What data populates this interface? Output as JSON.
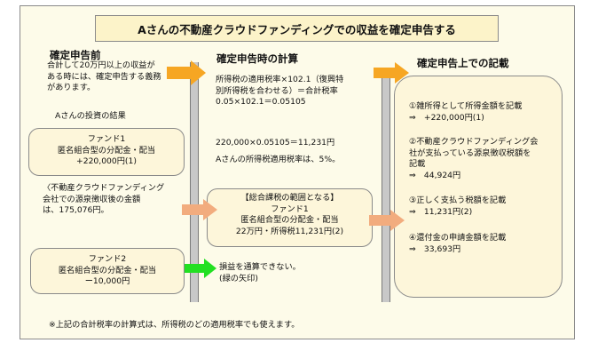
{
  "title": "Aさんの不動産クラウドファンディングでの収益を確定申告する",
  "col1": {
    "heading": "確定申告前",
    "intro": [
      "合計して20万円以上の収益が",
      "ある時には、確定申告する義務",
      "があります。"
    ],
    "results_label": "Aさんの投資の結果",
    "fund1": [
      "ファンド1",
      "匿名組合型の分配金・配当",
      "+220,000円(1)"
    ],
    "withholding_note": [
      "〈不動産クラウドファンディング",
      "会社での源泉徴収後の金額",
      "は、175,076円。"
    ],
    "fund2": [
      "ファンド2",
      "匿名組合型の分配金・配当",
      "ー10,000円"
    ]
  },
  "col2": {
    "heading": "確定申告時の計算",
    "calc": [
      "所得税の適用税率×102.1（復興特",
      "別所得税を合わせる）＝合計税率",
      "0.05×102.1＝0.05105"
    ],
    "calc2": "220,000×0.05105＝11,231円",
    "rate": "Aさんの所得税適用税率は、5%。",
    "taxable_box": [
      "【総合課税の範囲となる】",
      "ファンド1",
      "匿名組合型の分配金・配当",
      "22万円・所得税11,231円(2)"
    ],
    "no_offset": [
      "損益を通算できない。",
      "(緑の矢印)"
    ]
  },
  "col3": {
    "heading": "確定申告上での記載",
    "items": [
      [
        "①雑所得として所得金額を記載",
        "⇒　+220,000円(1)"
      ],
      [
        "②不動産クラウドファンディング会",
        "社が支払っている源泉徴収税額を",
        "記載",
        "⇒　44,924円"
      ],
      [
        "③正しく支払う税額を記載",
        "⇒　11,231円(2)"
      ],
      [
        "④還付金の申請金額を記載",
        "⇒　33,693円"
      ]
    ]
  },
  "footnote": "※上記の合計税率の計算式は、所得税のどの適用税率でも使えます。",
  "colors": {
    "orange_arrow": "#f6a623",
    "peach_arrow": "#f2ac7e",
    "green_arrow": "#22e022",
    "box_fill": "#fdf6da",
    "panel_fill": "#fdfbe9"
  }
}
